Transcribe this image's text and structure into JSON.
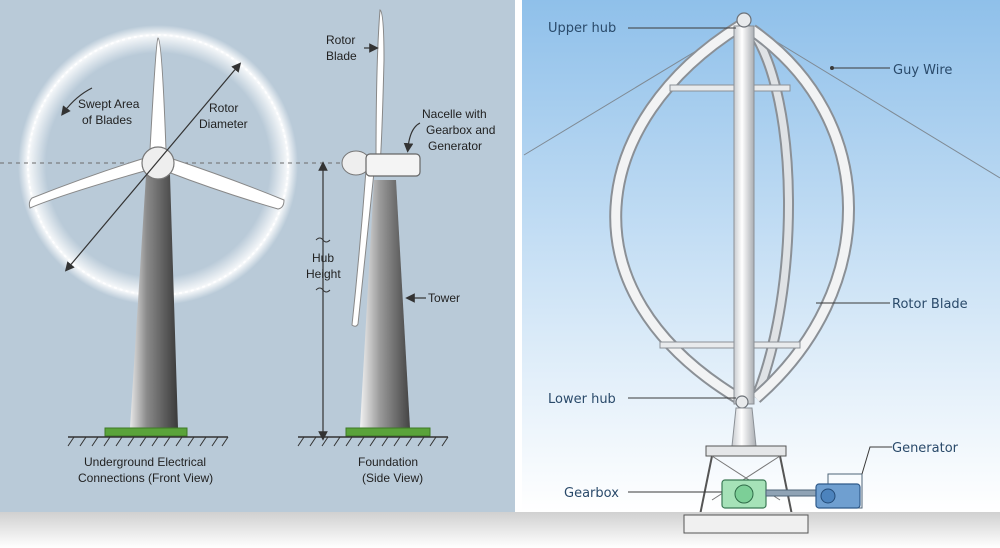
{
  "left_panel": {
    "labels": {
      "swept_area": [
        "Swept Area",
        "of Blades"
      ],
      "rotor_diameter": [
        "Rotor",
        "Diameter"
      ],
      "rotor_blade": [
        "Rotor",
        "Blade"
      ],
      "nacelle": [
        "Nacelle with",
        "Gearbox and",
        "Generator"
      ],
      "hub_height": [
        "Hub",
        "Height"
      ],
      "tower": "Tower",
      "underground": [
        "Underground Electrical",
        "Connections (Front View)"
      ],
      "foundation": [
        "Foundation",
        "(Side View)"
      ]
    }
  },
  "right_panel": {
    "labels": {
      "upper_hub": "Upper hub",
      "guy_wire": "Guy Wire",
      "rotor_blade": "Rotor Blade",
      "lower_hub": "Lower hub",
      "generator": "Generator",
      "gearbox": "Gearbox"
    }
  },
  "colors": {
    "left_bg": "#b9cad8",
    "sky_top": "#8fc0ea",
    "sky_bottom": "#ffffff",
    "grass": "#5aa33a"
  }
}
